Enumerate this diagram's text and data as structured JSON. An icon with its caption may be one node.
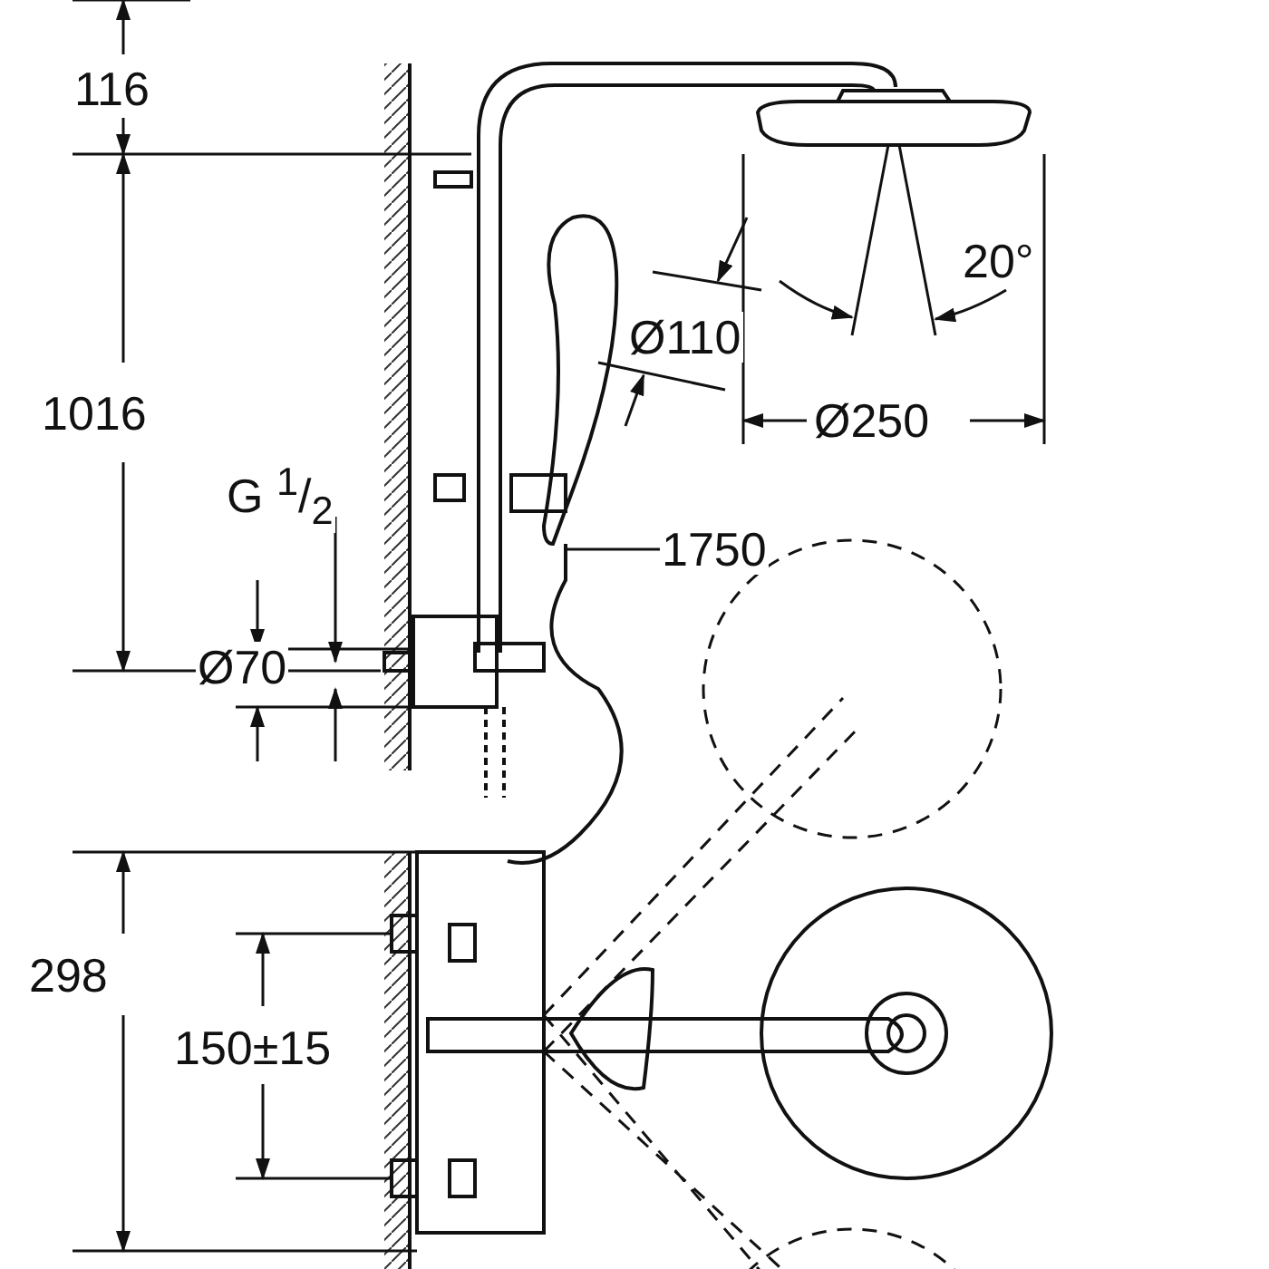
{
  "diagram": {
    "nodes": [
      {
        "text": [
          "1750"
        ]
      },
      {
        "text": [],
        "shape": "picture"
      }
    ],
    "edges": [
      {
        "from": 0,
        "to": 1,
        "arrow": "none"
      }
    ],
    "labels": [
      "116",
      "20°",
      "Ø110",
      "1016",
      "Ø250",
      "G $^{1}$/$_{2}$",
      "Ø70",
      "298",
      "150±15"
    ]
  }
}
